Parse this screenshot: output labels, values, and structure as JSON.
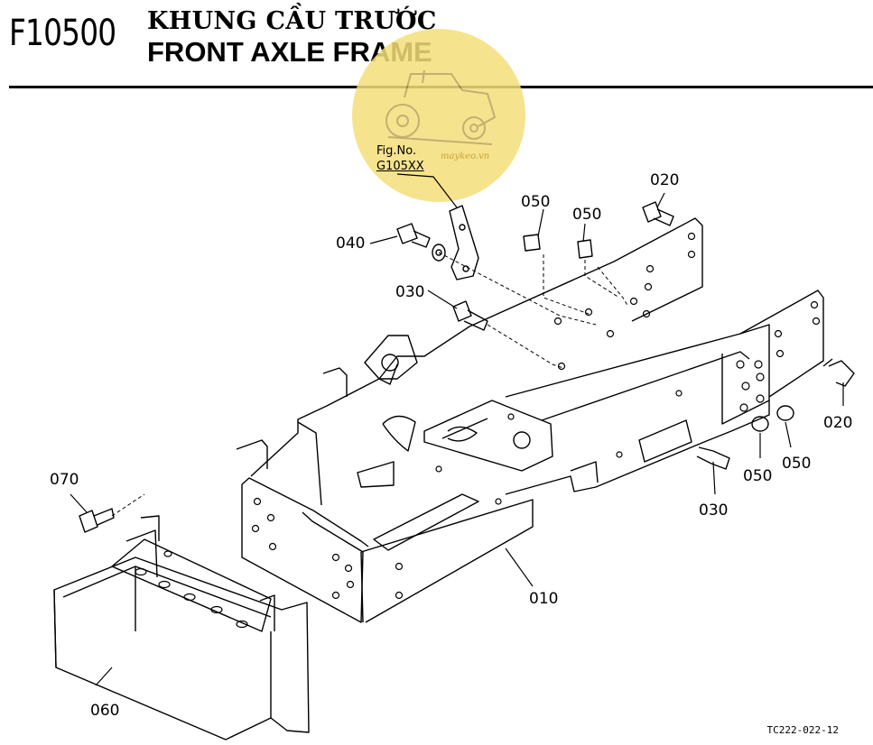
{
  "header": {
    "code": "F10500",
    "title_vi": "KHUNG CẦU TRƯỚC",
    "title_en": "FRONT AXLE FRAME"
  },
  "fig_ref": {
    "label": "Fig.No.",
    "number": "G105XX"
  },
  "watermark": {
    "text": "maykeo.vn",
    "color": "#f5df7a"
  },
  "parts": {
    "p010": "010",
    "p020a": "020",
    "p020b": "020",
    "p030a": "030",
    "p030b": "030",
    "p040": "040",
    "p050a": "050",
    "p050b": "050",
    "p050c": "050",
    "p050d": "050",
    "p060": "060",
    "p070": "070"
  },
  "image_code": "TC222-022-12"
}
